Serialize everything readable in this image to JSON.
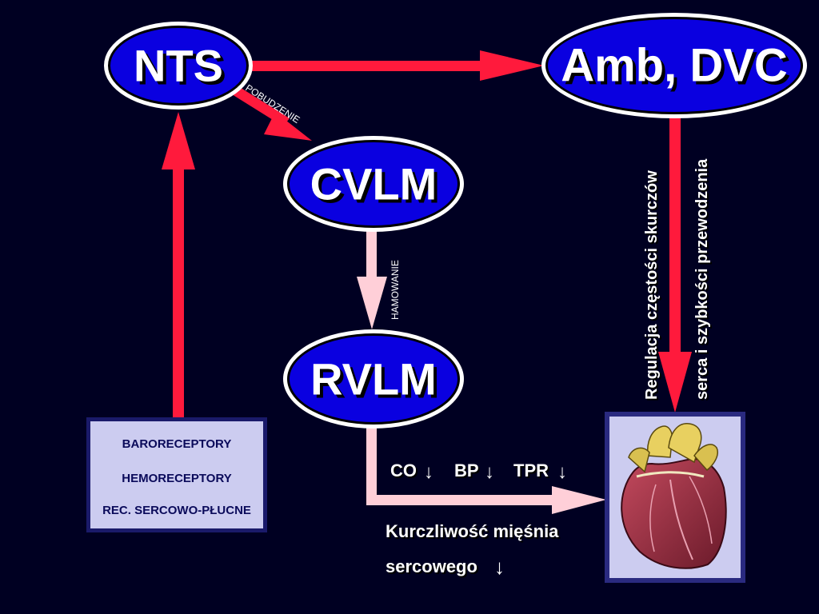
{
  "nodes": {
    "nts": "NTS",
    "amb_dvc": "Amb, DVC",
    "cvlm": "CVLM",
    "rvlm": "RVLM"
  },
  "edge_labels": {
    "pobudzenie": "POBUDZENIE",
    "hamowanie": "HAMOWANIE",
    "regulation_line1": "Regulacja częstości skurczów",
    "regulation_line2": "serca i szybkości przewodzenia"
  },
  "receptors": {
    "line1": "BARORECEPTORY",
    "line2": "HEMORECEPTORY",
    "line3": "REC. SERCOWO-PŁUCNE"
  },
  "effects": {
    "co": "CO",
    "bp": "BP",
    "tpr": "TPR",
    "down_arrow": "↓",
    "contractility_line1": "Kurczliwość mięśnia",
    "contractility_line2": "sercowego"
  },
  "colors": {
    "background": "#000022",
    "node_fill": "#0a00e0",
    "red_arrow": "#ff1a3c",
    "pink_arrow": "#ffcfd8",
    "box_fill": "#ccccf0"
  },
  "icons": {
    "heart": "heart-icon"
  }
}
